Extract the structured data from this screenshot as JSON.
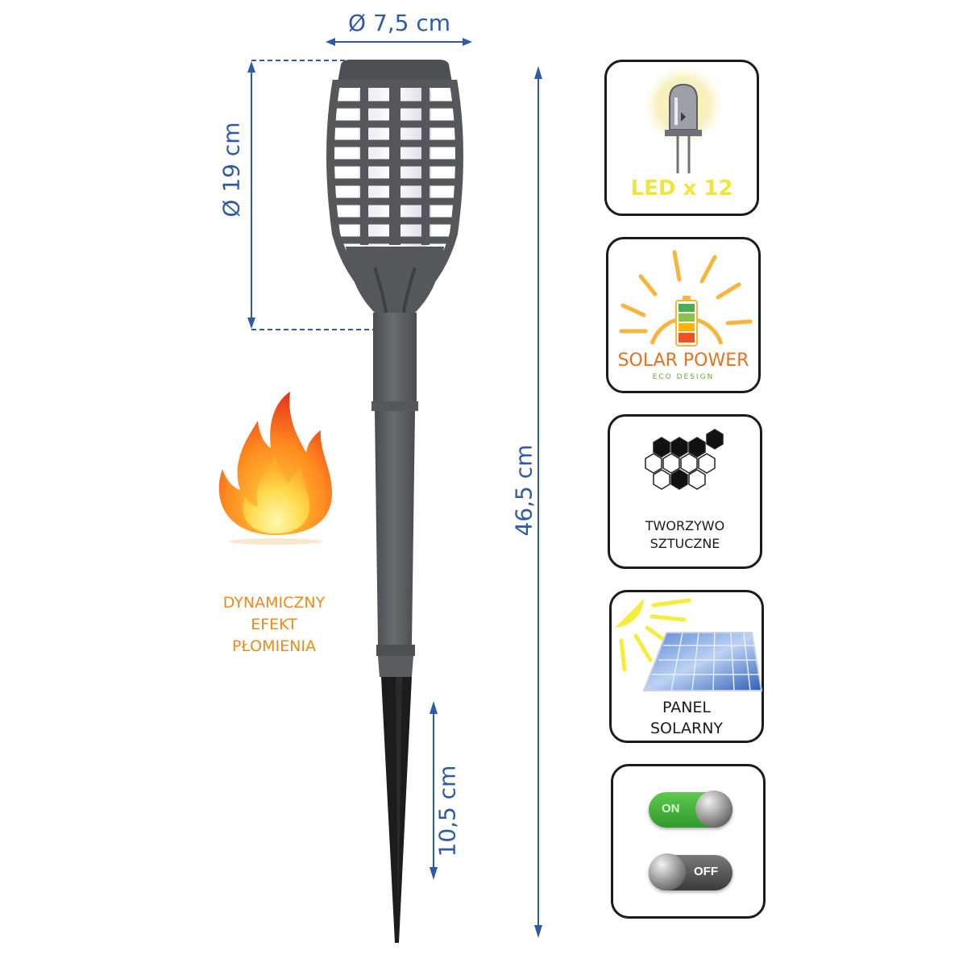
{
  "dimensions": {
    "top_diameter": "Ø 7,5 cm",
    "head_height": "Ø 19 cm",
    "total_height": "46,5 cm",
    "spike_length": "10,5 cm"
  },
  "flame": {
    "line1": "DYNAMICZNY",
    "line2": "EFEKT",
    "line3": "PŁOMIENIA",
    "color": "#f08a1c"
  },
  "features": {
    "led": {
      "label": "LED",
      "count": "x 12",
      "color": "#f2e53a"
    },
    "solar_power": {
      "title": "SOLAR POWER",
      "subtitle": "ECO DESIGN",
      "title_color": "#e8701e",
      "subtitle_color": "#6aa83a"
    },
    "material": {
      "line1": "TWORZYWO",
      "line2": "SZTUCZNE"
    },
    "panel": {
      "line1": "PANEL",
      "line2": "SOLARNY"
    },
    "switch": {
      "on_label": "ON",
      "off_label": "OFF"
    }
  },
  "colors": {
    "dimension_blue": "#2f5aa8",
    "torch_gray": "#5d5f63",
    "spike_black": "#1c1c1c"
  }
}
